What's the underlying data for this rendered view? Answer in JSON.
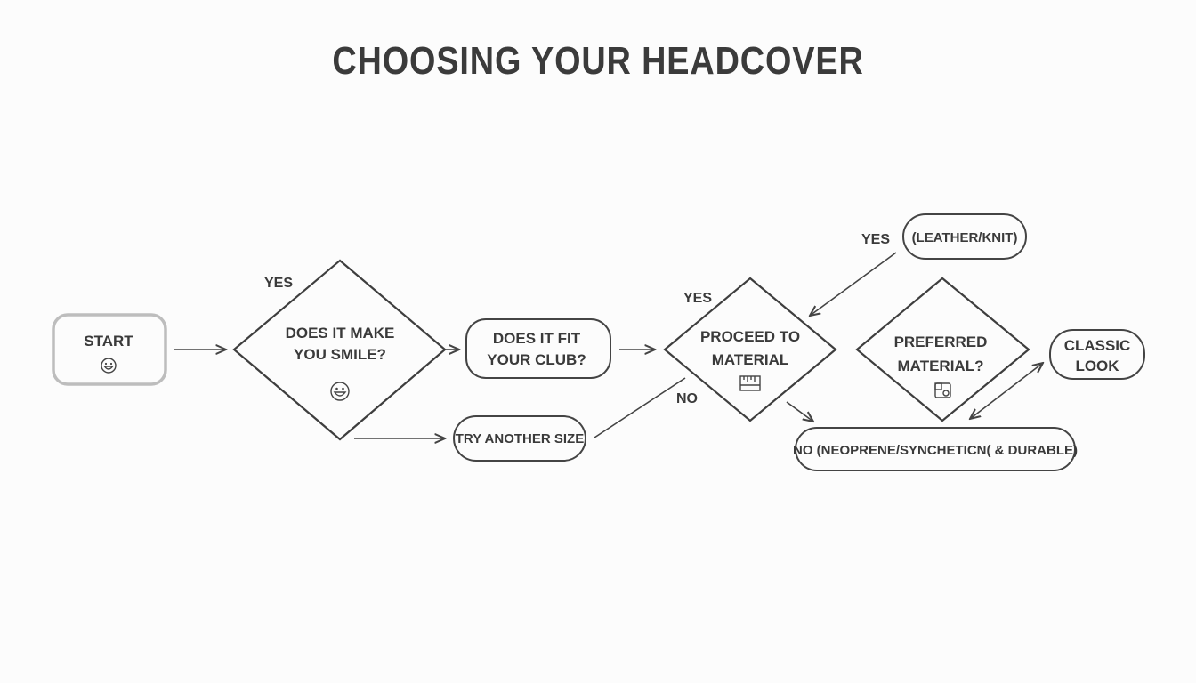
{
  "title": "CHOOSING YOUR HEADCOVER",
  "nodes": {
    "start": {
      "label": "START",
      "icon": "smiley-icon"
    },
    "smile": {
      "line1": "DOES IT MAKE",
      "line2": "YOU SMILE?",
      "icon": "smiley-icon"
    },
    "fit": {
      "line1": "DOES IT FIT",
      "line2": "YOUR CLUB?"
    },
    "try_size": {
      "label": "TRY ANOTHER SIZE"
    },
    "proceed": {
      "line1": "PROCEED TO",
      "line2": "MATERIAL",
      "icon": "ruler-icon"
    },
    "preferred": {
      "line1": "PREFERRED",
      "line2": "MATERIAL?",
      "icon": "fabric-swatch-icon"
    },
    "leather": {
      "label": "(LEATHER/KNIT)"
    },
    "classic": {
      "line1": "CLASSIC",
      "line2": "LOOK"
    },
    "neoprene": {
      "label": "NO (NEOPRENE/SYNCHETICN( & DURABLE)"
    }
  },
  "edge_labels": {
    "yes_smile": "YES",
    "yes_proceed": "YES",
    "no_proceed": "NO",
    "yes_leather": "YES"
  }
}
